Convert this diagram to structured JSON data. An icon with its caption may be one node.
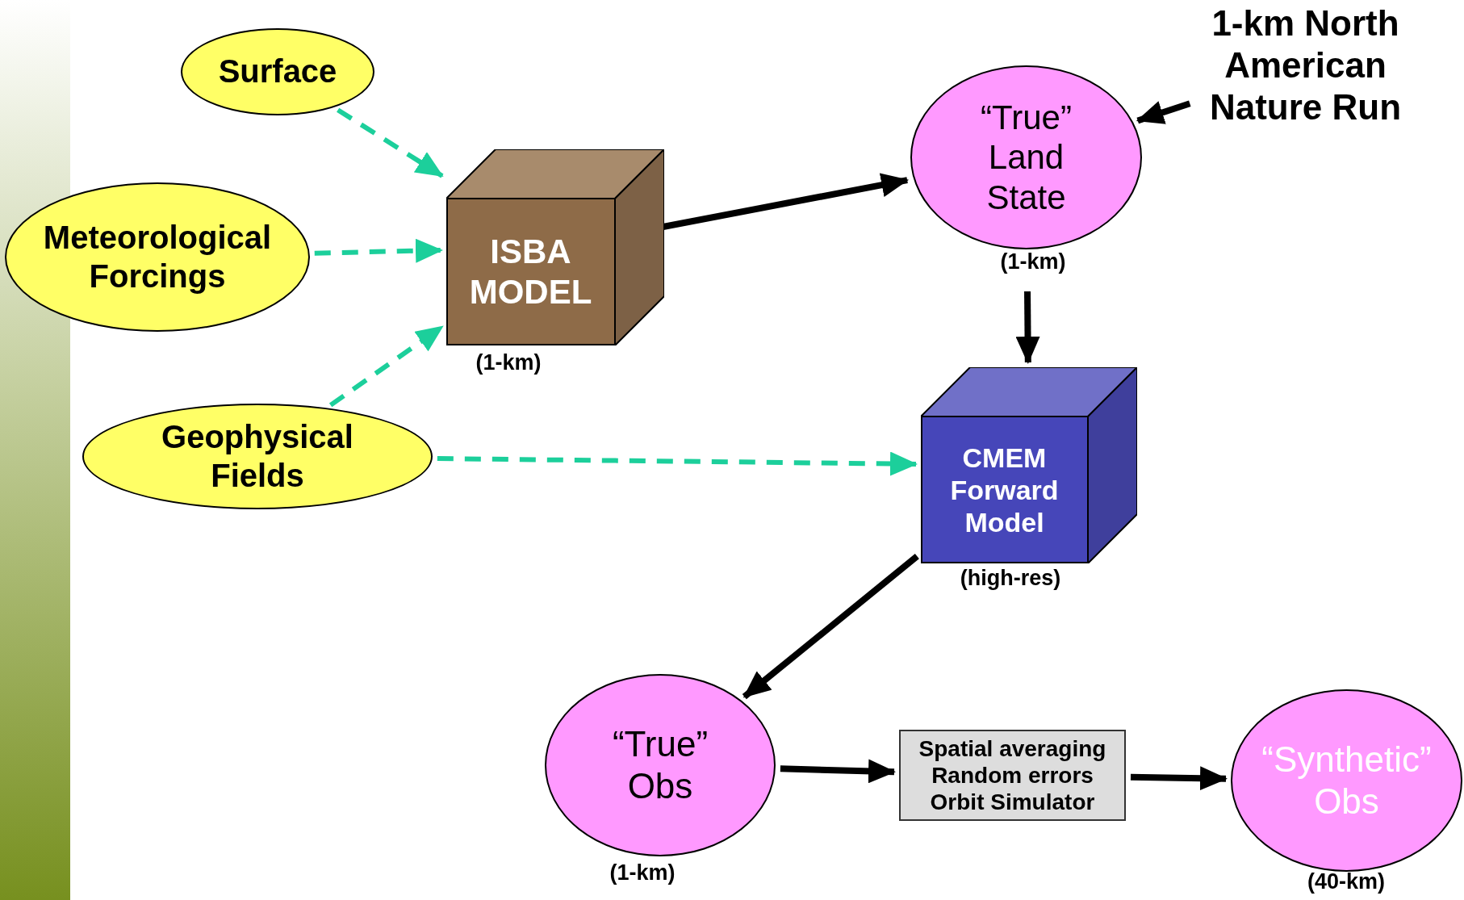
{
  "diagram": {
    "nodes": [
      {
        "text": [
          "Surface"
        ]
      },
      {
        "text": [
          "Meteorological Forcings"
        ]
      },
      {
        "text": [
          "Geophysical Fields"
        ]
      },
      {
        "text": [
          "ISBA MODEL"
        ],
        "beside": [
          "(1-km)"
        ]
      },
      {
        "text": [
          "“True” Land State"
        ],
        "beside": [
          "(1-km)"
        ]
      },
      {
        "text": [
          "1-km North American Nature Run"
        ]
      },
      {
        "text": [
          "CMEM Forward Model"
        ],
        "beside": [
          "(high-res)"
        ]
      },
      {
        "text": [
          "“True” Obs"
        ],
        "beside": [
          "(1-km)"
        ]
      },
      {
        "text": [
          "Spatial averaging",
          "Random errors",
          "Orbit Simulator"
        ]
      },
      {
        "text": [
          "“Synthetic” Obs"
        ],
        "beside": [
          "(40-km)"
        ]
      }
    ],
    "edges": [
      {
        "from": 0,
        "to": 3,
        "arrow": "to",
        "style": "dashed",
        "color": "#1ccf9b"
      },
      {
        "from": 1,
        "to": 3,
        "arrow": "to",
        "style": "dashed",
        "color": "#1ccf9b"
      },
      {
        "from": 2,
        "to": 3,
        "arrow": "to",
        "style": "dashed",
        "color": "#1ccf9b"
      },
      {
        "from": 2,
        "to": 6,
        "arrow": "to",
        "style": "dashed",
        "color": "#1ccf9b"
      },
      {
        "from": 3,
        "to": 4,
        "arrow": "to"
      },
      {
        "from": 5,
        "to": 4,
        "arrow": "to"
      },
      {
        "from": 4,
        "to": 6,
        "arrow": "to"
      },
      {
        "from": 6,
        "to": 7,
        "arrow": "to"
      },
      {
        "from": 7,
        "to": 8,
        "arrow": "to"
      },
      {
        "from": 8,
        "to": 9,
        "arrow": "to"
      }
    ]
  }
}
